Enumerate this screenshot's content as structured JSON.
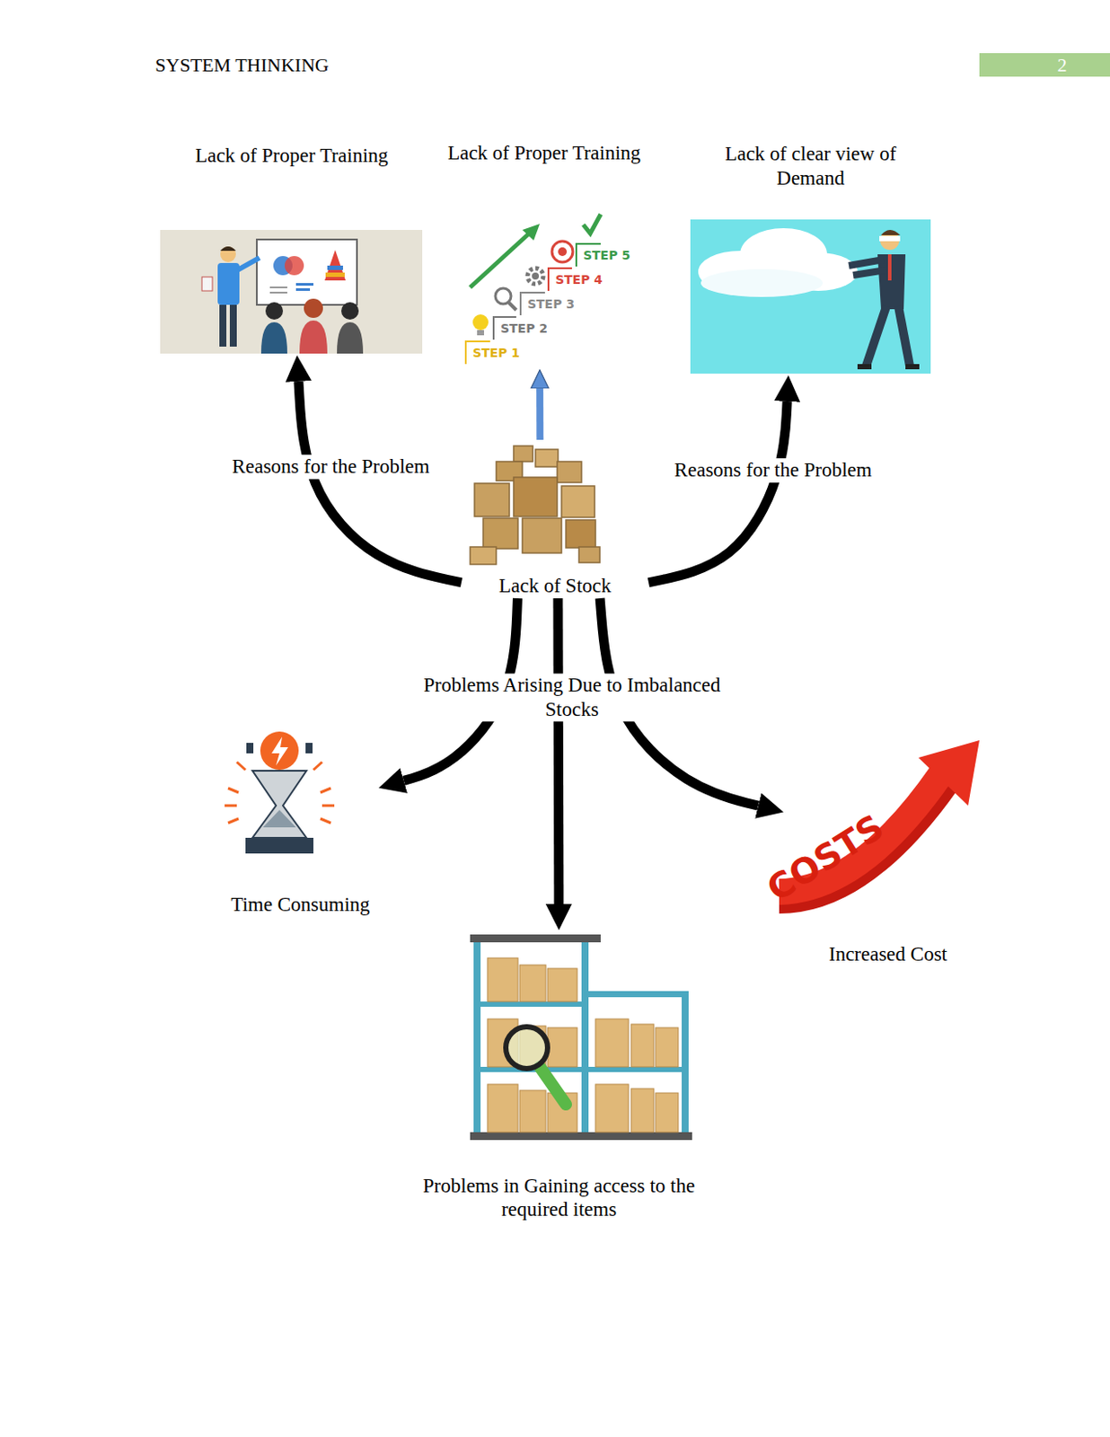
{
  "diagram": {
    "nodes": [
      {
        "text": [
          "Lack of Proper Training"
        ]
      },
      {
        "text": [
          "Lack of Proper Training"
        ]
      },
      {
        "text": [
          "Lack of clear view of Demand"
        ]
      },
      {
        "text": [
          "Lack of Stock"
        ]
      },
      {
        "text": [
          "Time Consuming"
        ]
      },
      {
        "text": [
          "Increased Cost"
        ]
      },
      {
        "text": [
          "Problems in Gaining access to the required items"
        ]
      }
    ],
    "edges": [
      {
        "from": 3,
        "to": 0,
        "arrow": "to"
      },
      {
        "from": 3,
        "to": 1,
        "arrow": "to"
      },
      {
        "from": 3,
        "to": 2,
        "arrow": "to"
      },
      {
        "from": 3,
        "to": 4,
        "arrow": "to"
      },
      {
        "from": 3,
        "to": 6,
        "arrow": "to"
      },
      {
        "from": 3,
        "to": 5,
        "arrow": "to"
      }
    ],
    "labels": [
      "SYSTEM THINKING",
      "2",
      "Reasons for the Problem",
      "Reasons for the Problem",
      "Problems Arising Due to Imbalanced Stocks",
      "STEP 5",
      "STEP 4",
      "STEP 3",
      "STEP 2",
      "STEP 1",
      "COSTS"
    ]
  }
}
